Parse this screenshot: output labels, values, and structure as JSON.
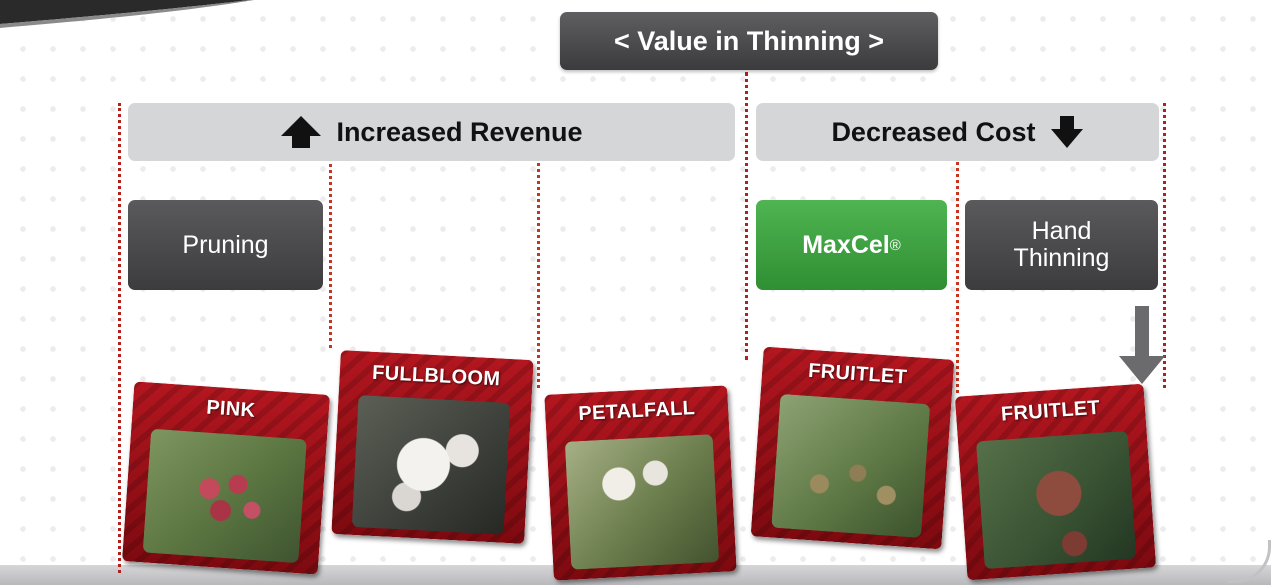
{
  "title": "< Value in Thinning >",
  "headers": {
    "increased_revenue": "Increased Revenue",
    "decreased_cost": "Decreased Cost"
  },
  "methods": {
    "pruning": "Pruning",
    "maxcel_name": "MaxCel",
    "maxcel_mark": "®",
    "hand_thinning_line1": "Hand",
    "hand_thinning_line2": "Thinning"
  },
  "stages": [
    {
      "label": "PINK",
      "photo": "pink apple buds"
    },
    {
      "label": "FULLBLOOM",
      "photo": "white apple blossoms"
    },
    {
      "label": "PETALFALL",
      "photo": "petal fall blossoms"
    },
    {
      "label": "FRUITLET",
      "photo": "small fruitlets"
    },
    {
      "label": "FRUITLET",
      "photo": "larger fruitlets"
    }
  ],
  "colors": {
    "dark_box": "#4b4b4e",
    "green_box": "#3aa23d",
    "header_bg": "#d5d6d8",
    "dotted_line": "#c8341e",
    "tile_red": "#a0131b"
  },
  "icons": {
    "revenue": "arrow-up-icon",
    "cost": "arrow-down-icon",
    "hand_thinning_follow": "arrow-down-icon"
  }
}
